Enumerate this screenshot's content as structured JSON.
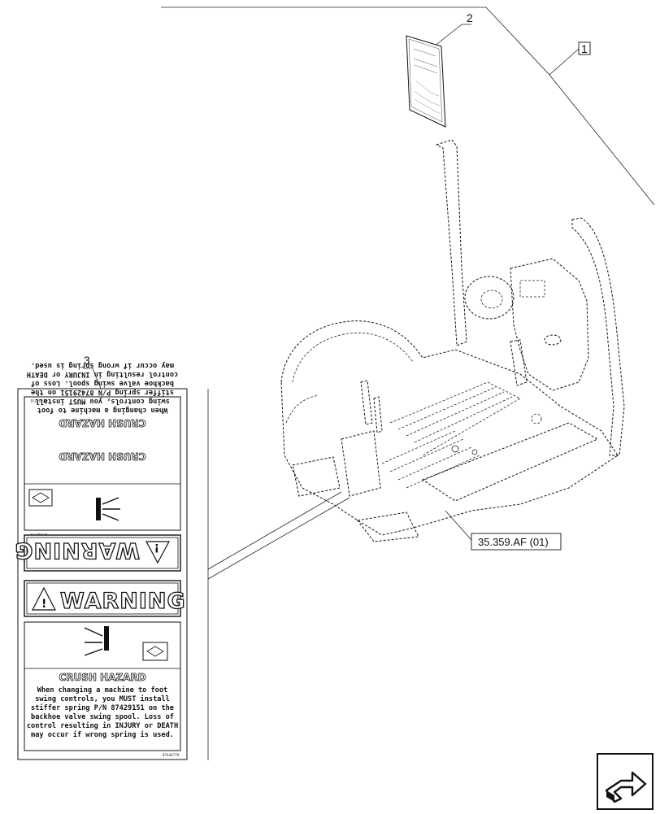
{
  "callouts": {
    "item1": "1",
    "item2": "2",
    "item3": "3",
    "reference": "35.359.AF (01)"
  },
  "decal": {
    "warning_label": "WARNING",
    "crush_title": "CRUSH HAZARD",
    "crush_lines": [
      "When changing a machine to foot",
      "swing controls, you MUST install",
      "stiffer spring P/N 87429151 on the",
      "backhoe valve swing spool. Loss of",
      "control resulting in INJURY or DEATH",
      "may occur if wrong spring is used."
    ],
    "part_number_bottom": "87444770",
    "part_number_top": "87444770"
  },
  "icons": {
    "navigation": "next-page-arrow-icon",
    "manual": "operators-manual-icon",
    "warning_symbol": "warning-triangle-icon",
    "crush": "crush-hazard-pictogram-icon",
    "read_manual": "read-manual-pictogram-icon"
  },
  "colors": {
    "line": "#111111",
    "background": "#ffffff"
  }
}
